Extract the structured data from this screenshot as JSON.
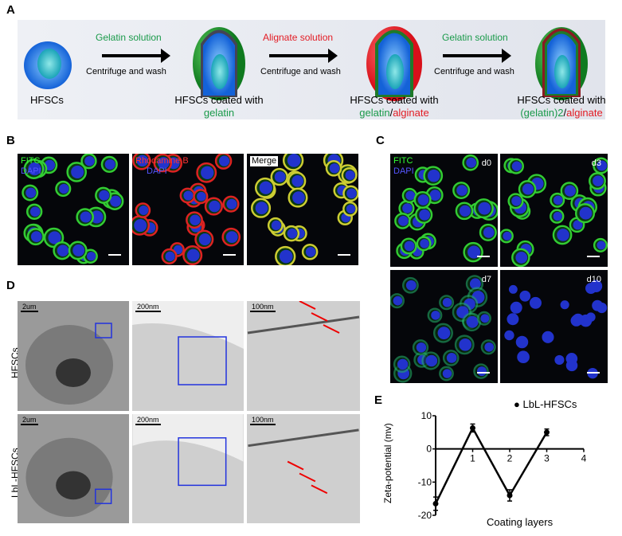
{
  "panel_labels": {
    "a": "A",
    "b": "B",
    "c": "C",
    "d": "D",
    "e": "E"
  },
  "panelA": {
    "cell1_label": "HFSCs",
    "step1": {
      "solution": "Gelatin solution",
      "action": "Centrifuge and wash"
    },
    "cell2": {
      "line1": "HFSCs coated with",
      "green": "gelatin"
    },
    "step2": {
      "solution": "Alignate solution",
      "action": "Centrifuge and wash"
    },
    "cell3": {
      "line1": "HFSCs coated with",
      "green": "gelatin",
      "sep": "/",
      "red": "alginate"
    },
    "step3": {
      "solution": "Gelatin solution",
      "action": "Centrifuge and wash"
    },
    "cell4": {
      "line1": "HFSCs coated with",
      "green": "(gelatin)2",
      "sep": "/",
      "red": "alginate"
    },
    "colors": {
      "gelatin": "#1a9a4a",
      "alginate": "#e31b23",
      "cell": "#1e7be0"
    }
  },
  "panelB": {
    "images": [
      {
        "label1": "FITC",
        "label2": "DAPI"
      },
      {
        "label1": "Rhodamine B",
        "label2": "DAPI"
      },
      {
        "label1": "Merge",
        "label2": ""
      }
    ]
  },
  "panelC": {
    "legend1": "FITC",
    "legend2": "DAPI",
    "images": [
      {
        "day": "d0"
      },
      {
        "day": "d3"
      },
      {
        "day": "d7"
      },
      {
        "day": "d10"
      }
    ]
  },
  "panelD": {
    "row_labels": [
      "HFSCs",
      "LbL-HFSCs"
    ],
    "scales": [
      "2um",
      "200nm",
      "100nm"
    ]
  },
  "chart_data": {
    "type": "line",
    "x": [
      0,
      1,
      2,
      3
    ],
    "series": [
      {
        "name": "LbL-HFSCs",
        "values": [
          -16.5,
          6.3,
          -14,
          5
        ],
        "errors": [
          2,
          1.2,
          1.7,
          1
        ]
      }
    ],
    "xlabel": "Coating layers",
    "ylabel": "Zeta-potential (mv)",
    "xlim": [
      0,
      4
    ],
    "ylim": [
      -20,
      10
    ],
    "xticks": [
      "1",
      "2",
      "3",
      "4"
    ],
    "yticks": [
      "10",
      "0",
      "-10",
      "-20"
    ],
    "legend": "top-right",
    "grid": false
  }
}
